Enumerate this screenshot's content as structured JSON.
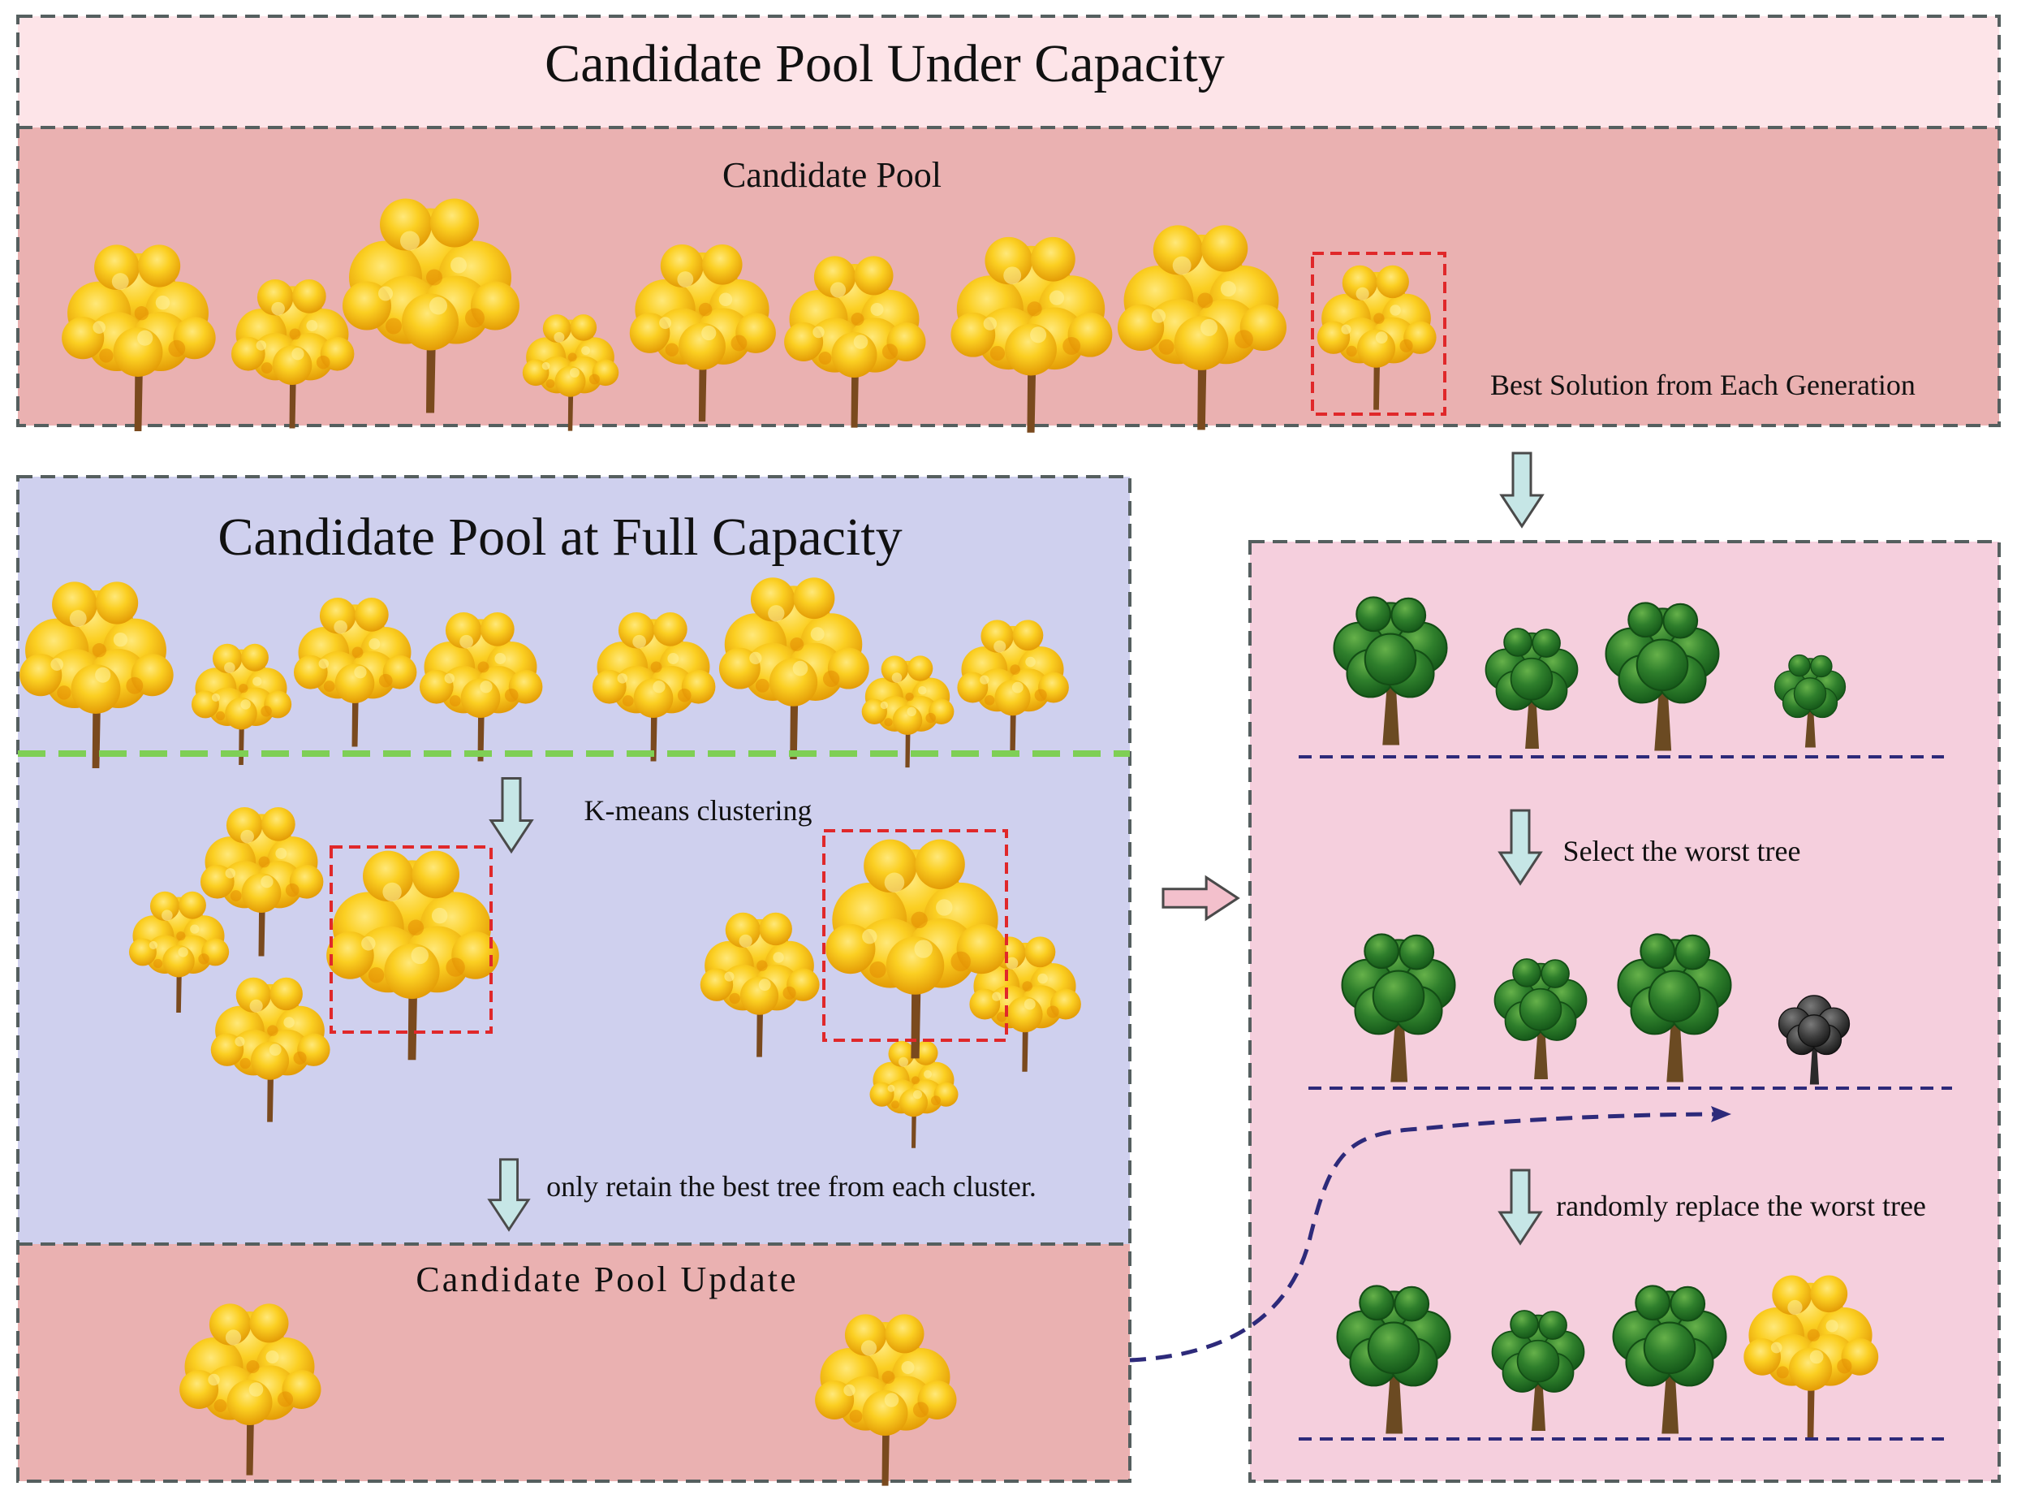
{
  "top_panel": {
    "title": "Candidate Pool Under Capacity",
    "pool_label": "Candidate Pool",
    "best_label": "Best Solution from Each Generation"
  },
  "full_panel": {
    "title": "Candidate Pool at Full Capacity",
    "kmeans_label": "K-means clustering",
    "retain_label": "only retain the best tree from each cluster."
  },
  "update_panel": {
    "title": "Candidate Pool Update"
  },
  "right_panel": {
    "select_label": "Select the worst tree",
    "replace_label": "randomly replace the worst tree"
  },
  "colors": {
    "title_band": "#fde4e8",
    "pool_band": "#eab1b1",
    "full_panel": "#cfd0ee",
    "right_panel": "#f5cfdd",
    "dashed_border": "#555f5f",
    "selection_box": "#e0282a",
    "green_divider": "#7fcf55",
    "navy_line": "#2d2a7a",
    "down_arrow": "#c6e6e6",
    "right_arrow": "#f3c0cc",
    "yellow_tree": "#f6c21a",
    "green_tree": "#2f7a2a",
    "burnt_tree": "#3b3b3b"
  },
  "icons": [
    "yellow-tree-icon",
    "green-tree-icon",
    "burnt-tree-icon",
    "down-arrow-icon",
    "right-arrow-icon"
  ]
}
